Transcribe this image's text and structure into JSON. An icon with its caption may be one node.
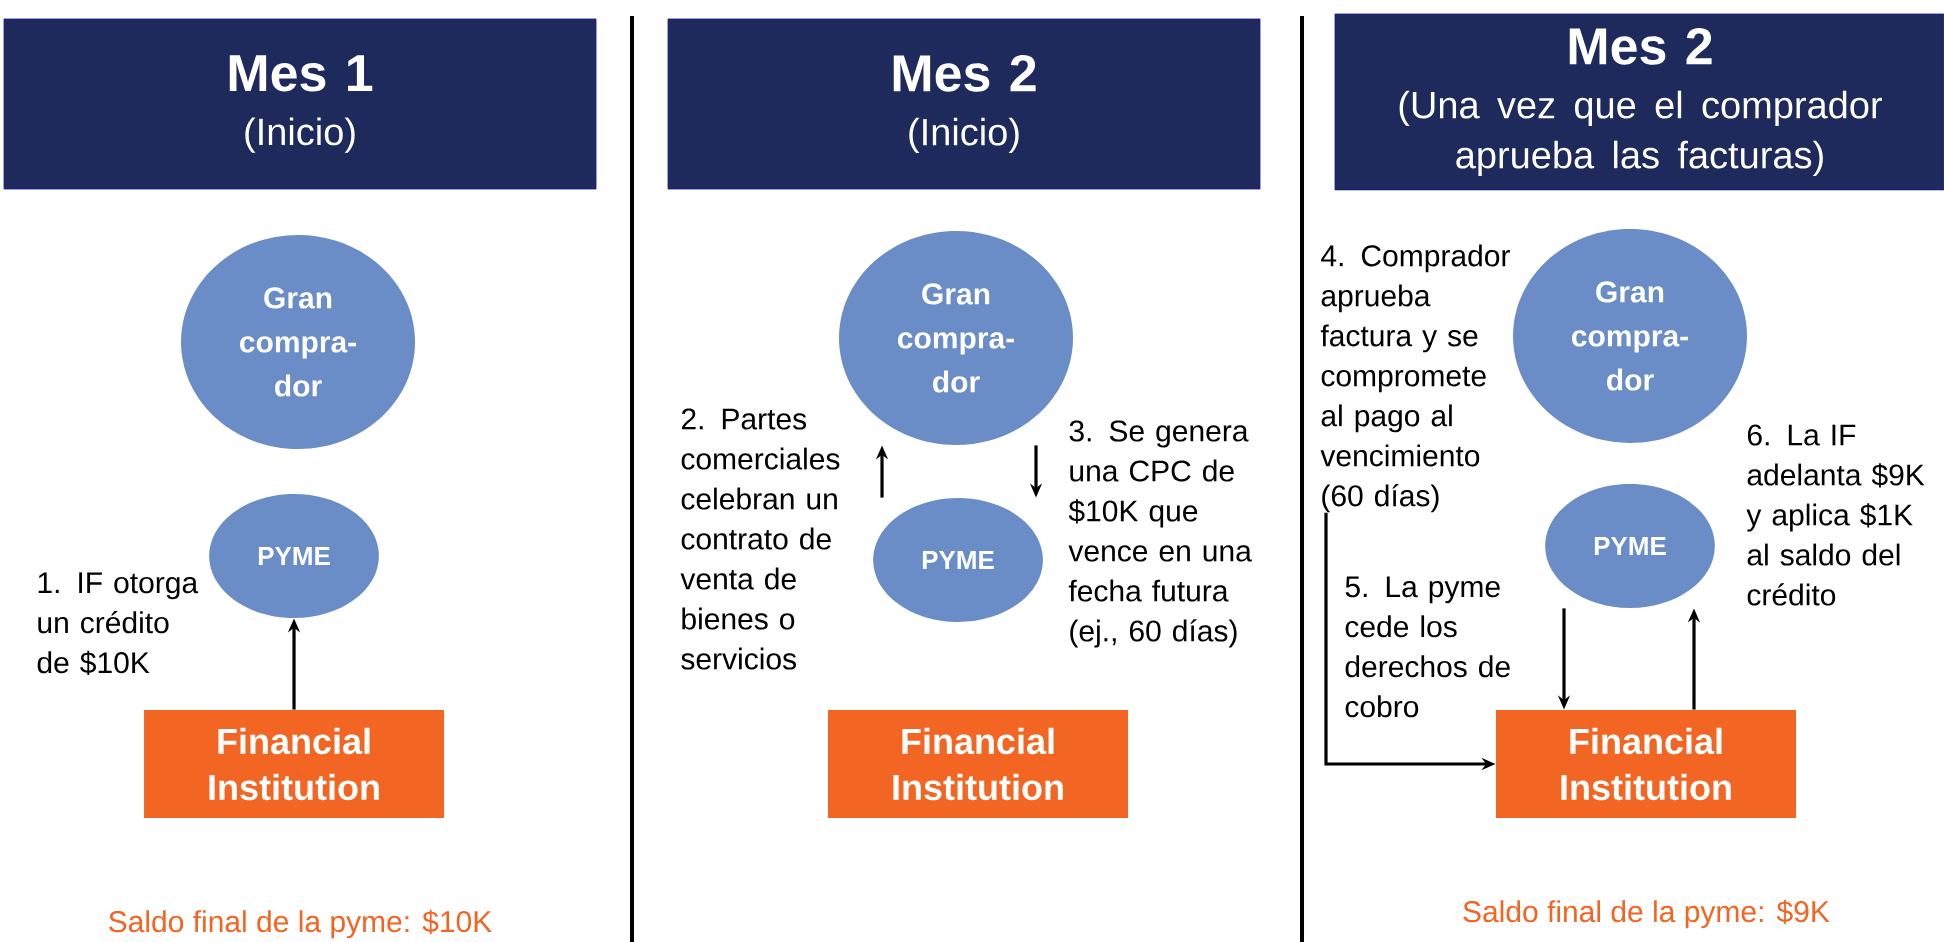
{
  "diagram": {
    "nodes": [
      {
        "text": [
          "Mes 1",
          "(Inicio)"
        ]
      },
      {
        "text": [
          "Gran compra- dor"
        ]
      },
      {
        "text": [
          "PYME"
        ]
      },
      {
        "text": [
          "Financial Institution"
        ]
      },
      {
        "text": [
          "Mes 2",
          "(Inicio)"
        ]
      },
      {
        "text": [
          "Gran compra- dor"
        ]
      },
      {
        "text": [
          "PYME"
        ]
      },
      {
        "text": [
          "Financial Institution"
        ]
      },
      {
        "text": [
          "Mes 2",
          "(Una vez que el comprador aprueba las facturas)"
        ]
      },
      {
        "text": [
          "4. Comprador aprueba factura y se compromete al pago al vencimiento (60 días)"
        ]
      },
      {
        "text": [
          "Gran compra- dor"
        ]
      },
      {
        "text": [
          "PYME"
        ]
      },
      {
        "text": [
          "Financial Institution"
        ]
      }
    ],
    "edges": [
      {
        "from": 3,
        "to": 2,
        "arrow": "to",
        "label": "1. IF otorga un crédito de $10K"
      },
      {
        "from": 6,
        "to": 5,
        "arrow": "to",
        "label": "2. Partes comerciales celebran un contrato de venta de bienes o servicios"
      },
      {
        "from": 5,
        "to": 6,
        "arrow": "to",
        "label": "3. Se genera una CPC de $10K que vence en una fecha futura (ej., 60 días)"
      },
      {
        "from": 9,
        "to": 12,
        "arrow": "to"
      },
      {
        "from": 11,
        "to": 12,
        "arrow": "to",
        "label": "5. La pyme cede los derechos de cobro"
      },
      {
        "from": 12,
        "to": 11,
        "arrow": "to",
        "label": "6. La IF adelanta $9K y aplica $1K al saldo del crédito"
      }
    ],
    "labels": [
      "Saldo final de la pyme: $10K",
      "Saldo final de la pyme: $9K"
    ]
  }
}
